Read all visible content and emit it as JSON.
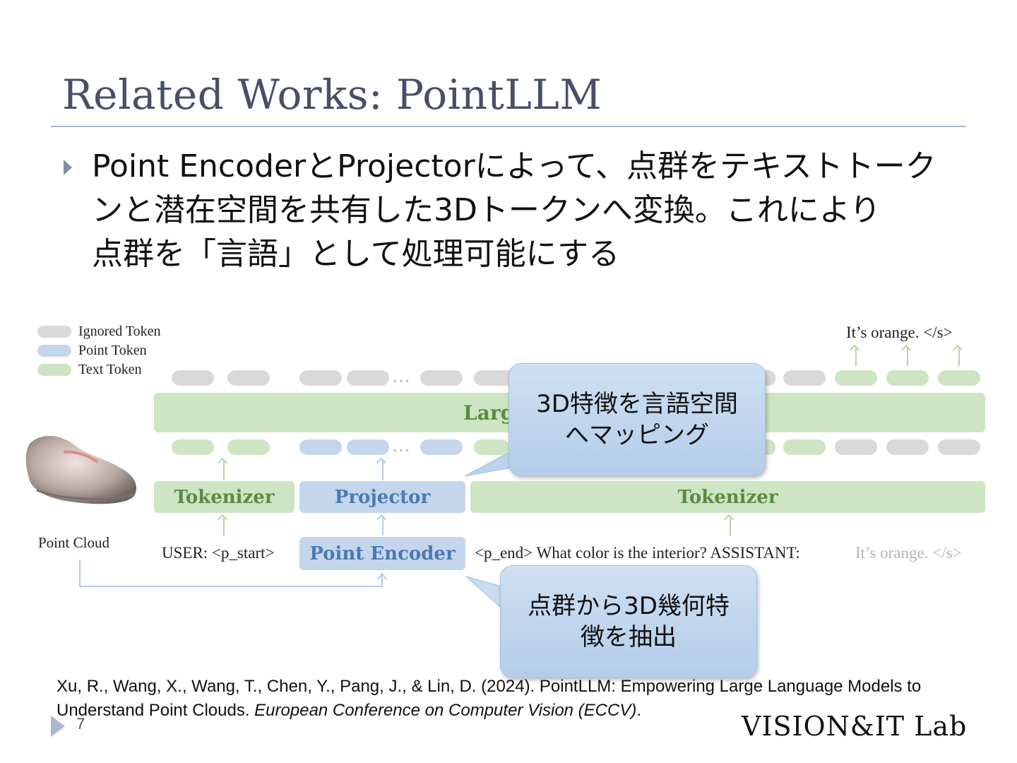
{
  "title": "Related Works: PointLLM",
  "bullet": {
    "lines": [
      "Point EncoderとProjectorによって、点群をテキストトーク",
      "ンと潜在空間を共有した3Dトークンへ変換。これにより",
      "点群を「言語」として処理可能にする"
    ]
  },
  "figure": {
    "legend": [
      "Ignored Token",
      "Point Token",
      "Text Token"
    ],
    "output_text": "It’s orange. </s>",
    "llm_label": "Larg",
    "dots": "…",
    "tokenizer_left": "Tokenizer",
    "projector": "Projector",
    "tokenizer_right": "Tokenizer",
    "point_encoder": "Point Encoder",
    "point_cloud_label": "Point Cloud",
    "user_prefix": "USER: <p_start>",
    "prompt_text": "<p_end> What color is the interior? ASSISTANT:",
    "prompt_answer": "It’s orange. </s>",
    "colors": {
      "grey": "#d9d9d9",
      "blue": "#c4d6ec",
      "green": "#cde5c2"
    }
  },
  "callouts": {
    "top": [
      "3D特徴を言語空間",
      "へマッピング"
    ],
    "bottom": [
      "点群から3D幾何特",
      "徴を抽出"
    ]
  },
  "citation": {
    "authors": "Xu, R., Wang, X., Wang, T., Chen, Y., Pang, J., & Lin, D. (2024). PointLLM: Empowering Large Language Models to Understand Point Clouds. ",
    "venue": "European Conference on Computer Vision (ECCV)",
    "end": "."
  },
  "page_number": "7",
  "logo": "VISION&IT Lab"
}
